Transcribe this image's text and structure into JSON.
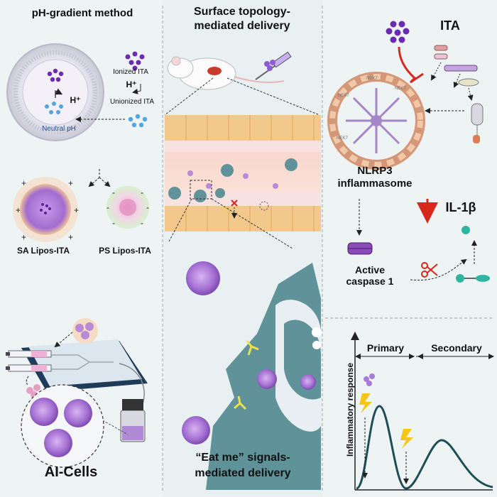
{
  "panel1": {
    "title": "pH-gradient method",
    "ionized_label": "Ionized ITA",
    "h_plus": "H⁺",
    "unionized_label": "Unionized ITA",
    "neutral_label": "Neutral pH",
    "sa_label": "SA Lipos-ITA",
    "ps_label": "PS Lipos-ITA",
    "cells_label": "AI-Cells"
  },
  "panel2": {
    "title_line1": "Surface topology-",
    "title_line2": "mediated delivery",
    "bottom_line1": "“Eat me” signals-",
    "bottom_line2": "mediated delivery"
  },
  "panel3": {
    "ita_label": "ITA",
    "nek_label": "NEK7",
    "nlrp3_line1": "NLRP3",
    "nlrp3_line2": "inflammasome",
    "il_label": "IL-1β",
    "caspase_line1": "Active",
    "caspase_line2": "caspase 1"
  },
  "panel4": {
    "ylabel": "Inflammatory response",
    "primary": "Primary",
    "secondary": "Secondary"
  },
  "colors": {
    "background": "#eef3f4",
    "liposome": "#b98ad6",
    "macrophage": "#5f9399",
    "endothelial": "#f2c98a",
    "inhibit_red": "#d8281e",
    "ita_purple": "#6a2bb0"
  }
}
